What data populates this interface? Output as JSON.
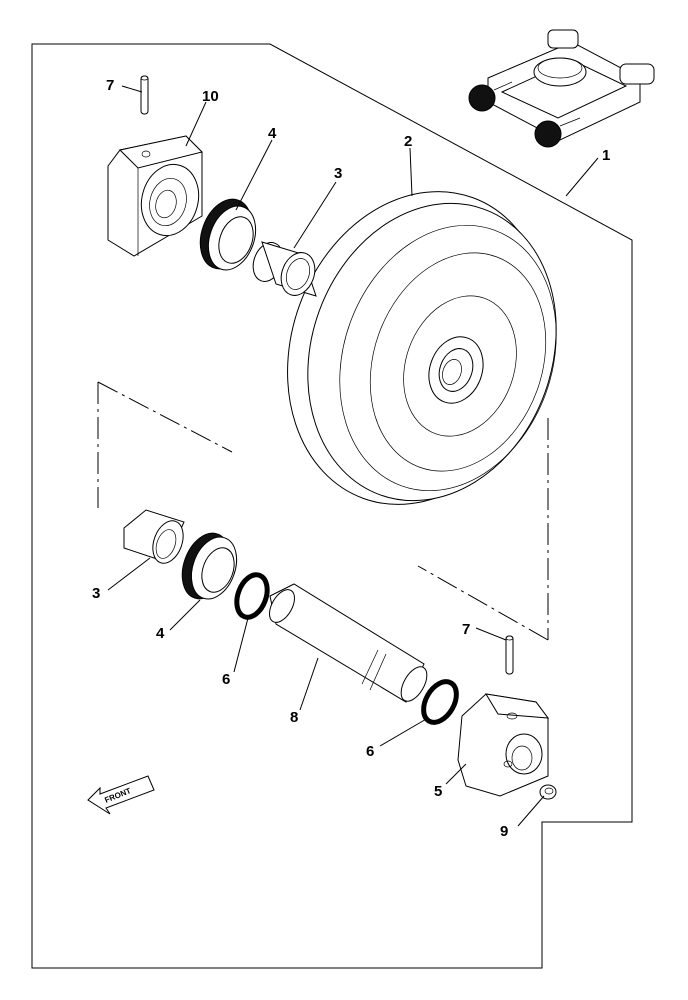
{
  "labels": {
    "l1": "1",
    "l2": "2",
    "l3a": "3",
    "l3b": "3",
    "l4a": "4",
    "l4b": "4",
    "l5": "5",
    "l6a": "6",
    "l6b": "6",
    "l7a": "7",
    "l7b": "7",
    "l8": "8",
    "l9": "9",
    "l10": "10"
  },
  "front_arrow": "FRONT"
}
